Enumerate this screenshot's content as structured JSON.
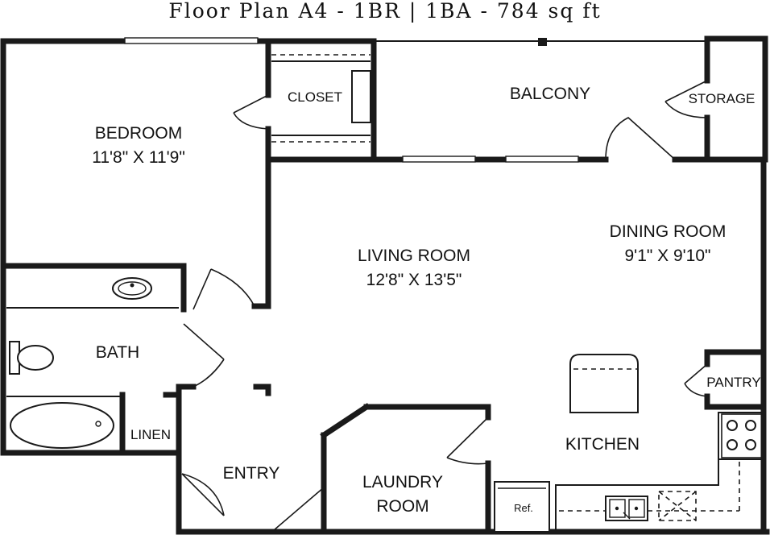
{
  "title": "Floor Plan A4 - 1BR | 1BA - 784 sq ft",
  "rooms": {
    "bedroom": {
      "name": "BEDROOM",
      "dims": "11'8\" X 11'9\""
    },
    "closet": {
      "name": "CLOSET"
    },
    "balcony": {
      "name": "BALCONY"
    },
    "storage": {
      "name": "STORAGE"
    },
    "dining": {
      "name": "DINING ROOM",
      "dims": "9'1\" X 9'10\""
    },
    "living": {
      "name": "LIVING ROOM",
      "dims": "12'8\" X 13'5\""
    },
    "bath": {
      "name": "BATH"
    },
    "linen": {
      "name": "LINEN"
    },
    "entry": {
      "name": "ENTRY"
    },
    "laundry": {
      "name": "LAUNDRY",
      "name2": "ROOM"
    },
    "kitchen": {
      "name": "KITCHEN"
    },
    "pantry": {
      "name": "PANTRY"
    }
  },
  "fixtures": {
    "refrigerator": "Ref."
  },
  "icons": [
    "sink-icon",
    "toilet-icon",
    "bathtub-icon",
    "stove-icon",
    "double-sink-icon",
    "dishwasher-icon",
    "refrigerator-icon",
    "kitchen-island-icon"
  ]
}
